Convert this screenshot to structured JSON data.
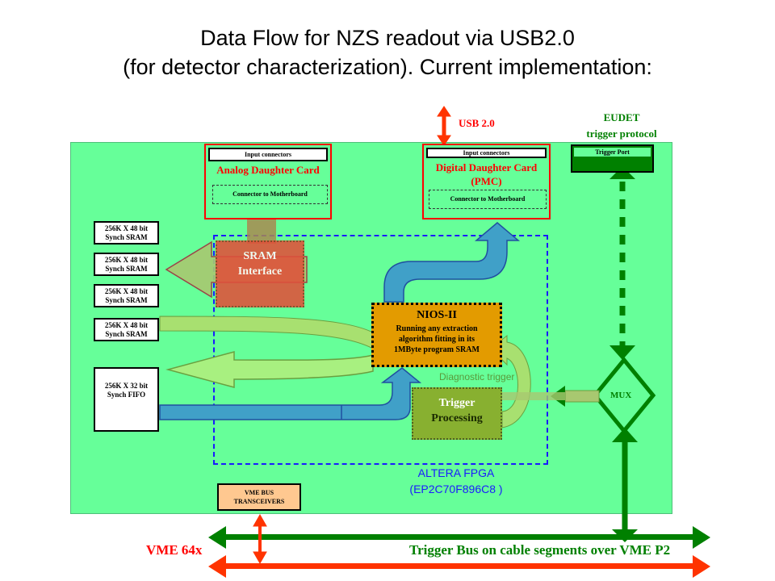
{
  "title": {
    "line1": "Data Flow for NZS readout via USB2.0",
    "line2": "(for detector characterization). Current implementation:"
  },
  "usb_label": "USB 2.0",
  "eudet": {
    "line1": "EUDET",
    "line2": "trigger protocol"
  },
  "trigger_port": "Trigger Port",
  "analog_card": {
    "input": "Input connectors",
    "title": "Analog Daughter Card",
    "connector": "Connector to Motherboard"
  },
  "digital_card": {
    "input": "Input connectors",
    "title_line1": "Digital Daughter Card",
    "title_line2": "(PMC)",
    "connector": "Connector to Motherboard"
  },
  "sram_chips": [
    {
      "line1": "256K X 48 bit",
      "line2": "Synch SRAM"
    },
    {
      "line1": "256K X 48 bit",
      "line2": "Synch SRAM"
    },
    {
      "line1": "256K X 48 bit",
      "line2": "Synch SRAM"
    },
    {
      "line1": "256K X 48 bit",
      "line2": "Synch SRAM"
    }
  ],
  "fifo": {
    "line1": "256K X 32 bit",
    "line2": "Synch FIFO"
  },
  "sram_interface": {
    "line1": "SRAM",
    "line2": "Interface"
  },
  "nios": {
    "title": "NIOS-II",
    "line1": "Running any extraction",
    "line2": "algorithm fitting in its",
    "line3": "1MByte program SRAM"
  },
  "diagnostic_trigger": "Diagnostic trigger",
  "trigger_processing": {
    "line1": "Trigger",
    "line2": "Processing"
  },
  "mux": "MUX",
  "fpga": {
    "line1": "ALTERA FPGA",
    "line2": "(EP2C70F896C8 )"
  },
  "vme_transceivers": {
    "line1": "VME BUS",
    "line2": "TRANSCEIVERS"
  },
  "vme64x": "VME 64x",
  "trigger_bus": "Trigger Bus on cable segments over VME P2",
  "colors": {
    "board": "#66ff99",
    "red": "#ff0000",
    "bus_red": "#ff3300",
    "bus_green": "#008000",
    "nios_fill": "#e39b00",
    "sram_if_fill": "#e0503a",
    "trigger_fill": "#88b030",
    "blue_arrow": "#40a0c8",
    "fpga_border": "#1a1aff"
  }
}
